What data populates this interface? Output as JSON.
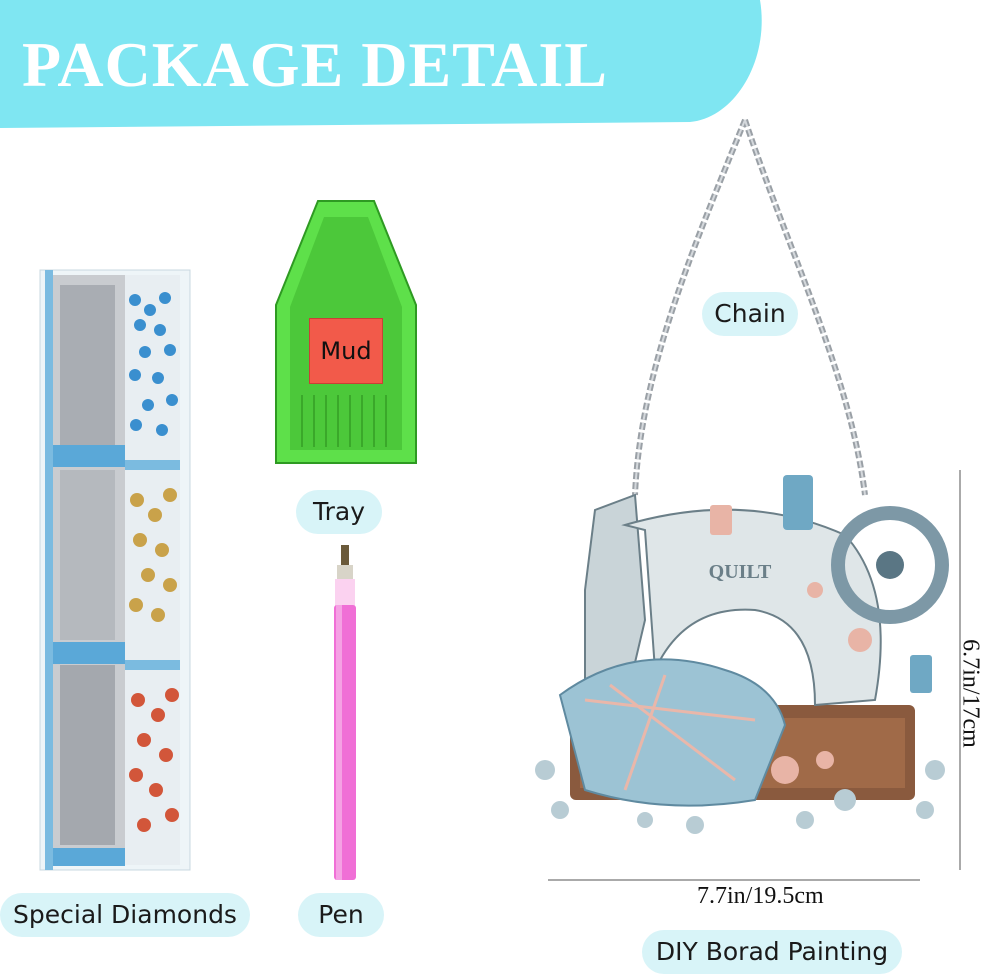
{
  "banner": {
    "title": "PACKAGE DETAIL",
    "color": "#7fe6f2"
  },
  "items": {
    "diamonds_label": "Special Diamonds",
    "tray_label": "Tray",
    "tray_sticker": "Mud",
    "pen_label": "Pen",
    "chain_label": "Chain",
    "product_label": "DIY Borad Painting"
  },
  "product": {
    "width_text": "7.7in/19.5cm",
    "height_text": "6.7in/17cm",
    "machine_text": "QUILT"
  },
  "colors": {
    "pill_bg": "#d8f4f8",
    "tray": "#5ee04a",
    "pen": "#f06fd6",
    "sticker": "#f25a4a"
  }
}
